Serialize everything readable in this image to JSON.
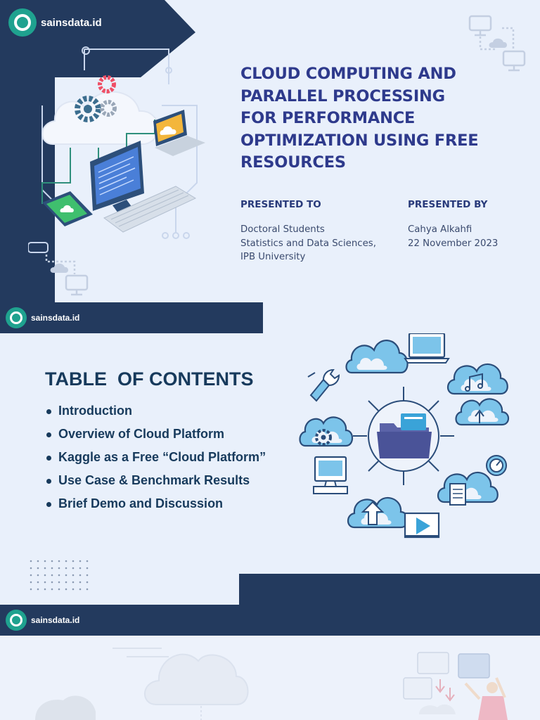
{
  "brand": {
    "name": "sainsdata.id",
    "color": "#1fa28f"
  },
  "cover": {
    "title_lines": [
      "CLOUD COMPUTING AND",
      "PARALLEL PROCESSING",
      "FOR PERFORMANCE",
      "OPTIMIZATION USING FREE",
      "RESOURCES"
    ],
    "presented_to": {
      "heading": "PRESENTED TO",
      "lines": [
        "Doctoral Students",
        "Statistics and Data Sciences,",
        "IPB University"
      ]
    },
    "presented_by": {
      "heading": "PRESENTED BY",
      "lines": [
        "Cahya Alkahfi",
        "22 November 2023"
      ]
    }
  },
  "toc": {
    "title": "TABLE  OF CONTENTS",
    "items": [
      "Introduction",
      "Overview of Cloud Platform",
      "Kaggle as a Free “Cloud Platform”",
      "Use Case & Benchmark Results",
      "Brief Demo and Discussion"
    ]
  },
  "colors": {
    "navy": "#233a5e",
    "accent": "#2e3a8c",
    "icon_blue": "#3aa3d8",
    "background": "#e9f0fb"
  },
  "icons": [
    "cloud-network-icon",
    "cloud-icon",
    "laptop-icon",
    "music-cloud-icon",
    "upload-cloud-icon",
    "gauge-icon",
    "document-cloud-icon",
    "video-icon",
    "monitor-icon",
    "gear-cloud-icon",
    "wrench-icon",
    "folder-icon"
  ]
}
